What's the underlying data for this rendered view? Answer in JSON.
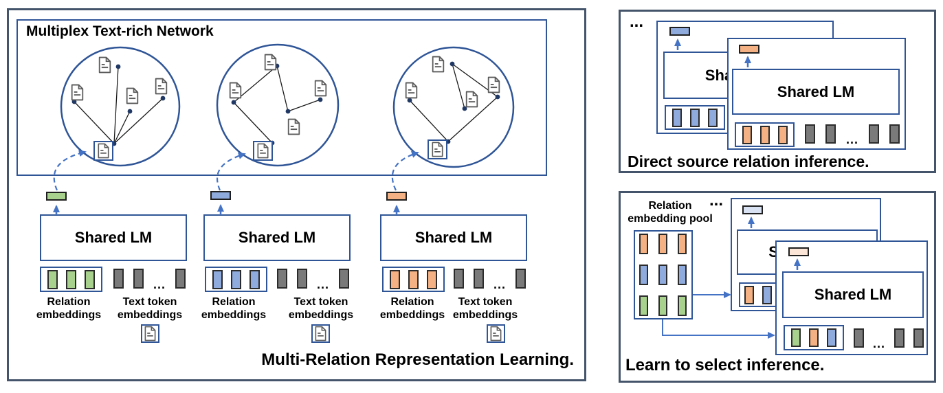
{
  "colors": {
    "panel_border": "#44546A",
    "box_border": "#2F5597",
    "arrow": "#4472C4",
    "relation_green": "#A9D18E",
    "relation_blue": "#8FAADC",
    "relation_orange": "#F4B183",
    "relation_light_blue": "#D9E2F3",
    "relation_peach": "#FBE5D6",
    "token_gray": "#7A7A7A",
    "node_dot": "#203864"
  },
  "labels": {
    "shared_lm": "Shared LM",
    "ellipsis": "...",
    "relation_embeddings": "Relation\nembeddings",
    "token_embeddings": "Text token\nembeddings"
  },
  "left_panel": {
    "network_title": "Multiplex Text-rich Network",
    "caption": "Multi-Relation Representation Learning.",
    "blocks": [
      {
        "relation_color": "green"
      },
      {
        "relation_color": "blue"
      },
      {
        "relation_color": "orange"
      }
    ]
  },
  "right_top_panel": {
    "caption": "Direct source relation inference."
  },
  "right_bottom_panel": {
    "caption": "Learn to select inference.",
    "pool_label": "Relation\nembedding pool"
  }
}
